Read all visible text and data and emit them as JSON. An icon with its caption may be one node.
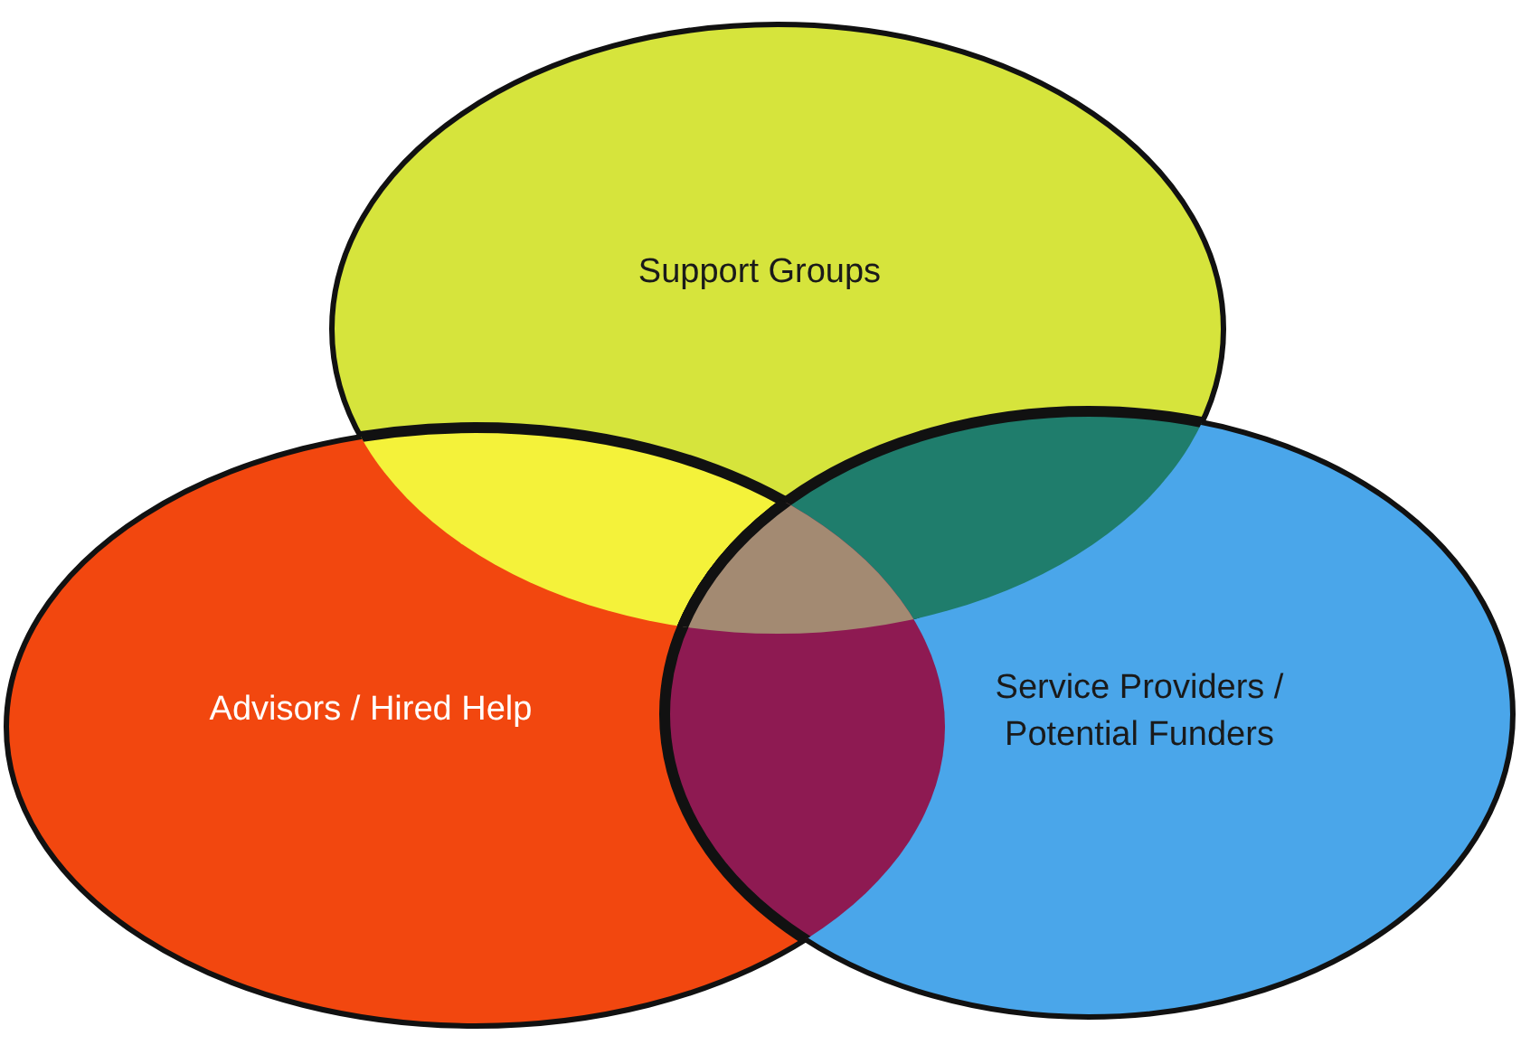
{
  "diagram": {
    "nodes": [
      {
        "text": [
          "Support Groups"
        ]
      },
      {
        "text": [
          "Advisors / Hired Help"
        ]
      },
      {
        "text": [
          "Service Providers / Potential Funders"
        ]
      }
    ]
  }
}
